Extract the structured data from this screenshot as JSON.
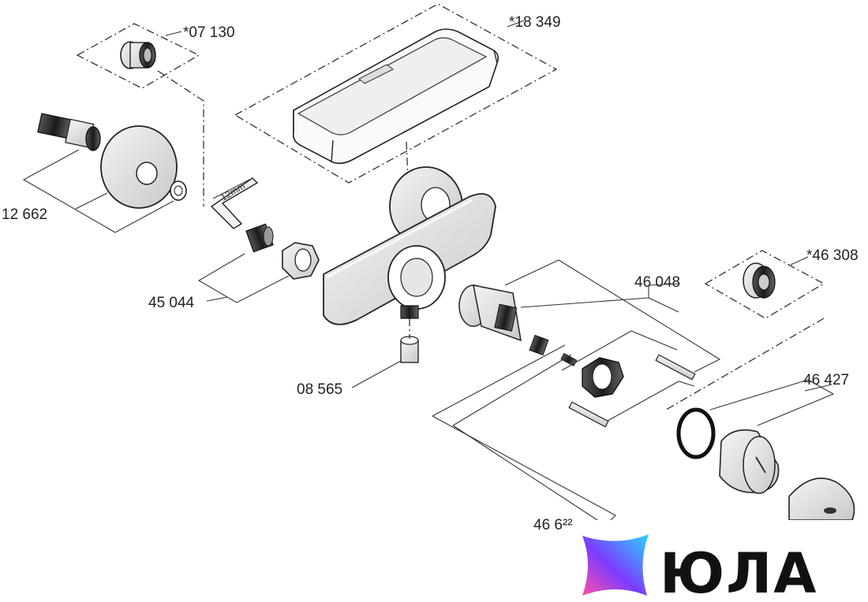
{
  "labels": {
    "p07130": "*07 130",
    "p18349": "*18 349",
    "p12662": "12 662",
    "p45044": "45 044",
    "p08565": "08 565",
    "p46048": "46 048",
    "p46308": "*46 308",
    "p46427": "46 427",
    "p46682": "46 6²²",
    "wrench_size": "12mm"
  },
  "watermark": {
    "text": "ЮЛА",
    "accent_colors": [
      "#7b3cff",
      "#2ad4ff",
      "#ff4fa8"
    ]
  }
}
